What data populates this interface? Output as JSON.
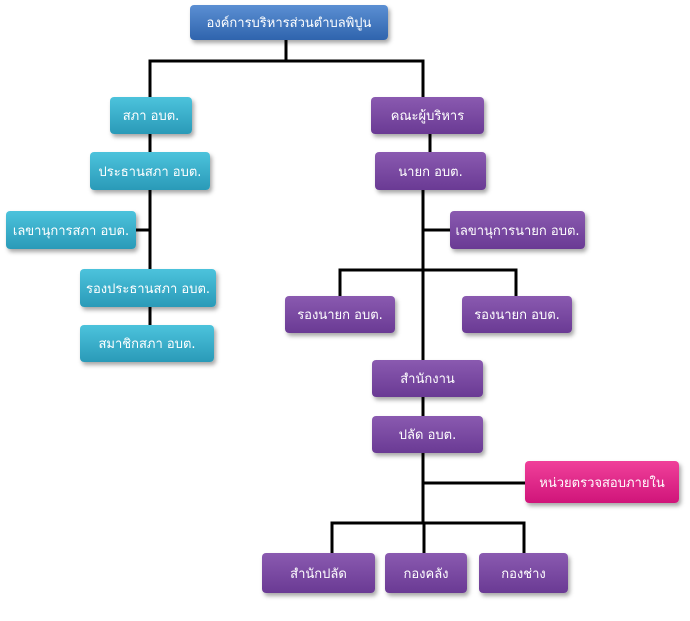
{
  "nodes": {
    "root": "องค์การบริหารส่วนตำบลพิปูน",
    "council": "สภา อบต.",
    "council_chair": "ประธานสภา อบต.",
    "council_secretary": "เลขานุการสภา อบต.",
    "council_vice_chair": "รองประธานสภา อบต.",
    "council_member": "สมาชิกสภา อบต.",
    "executive": "คณะผู้บริหาร",
    "mayor": "นายก อบต.",
    "mayor_secretary": "เลขานุการนายก อบต.",
    "deputy_mayor_1": "รองนายก อบต.",
    "deputy_mayor_2": "รองนายก อบต.",
    "office": "สำนักงาน",
    "chief_admin": "ปลัด อบต.",
    "internal_audit": "หน่วยตรวจสอบภายใน",
    "office_of_chief": "สำนักปลัด",
    "finance_division": "กองคลัง",
    "engineering_division": "กองช่าง"
  },
  "colors": {
    "root": "#3a6fb8",
    "council_branch": "#31a9c6",
    "executive_branch": "#7a479f",
    "audit": "#e01f86",
    "connector": "#000000"
  }
}
